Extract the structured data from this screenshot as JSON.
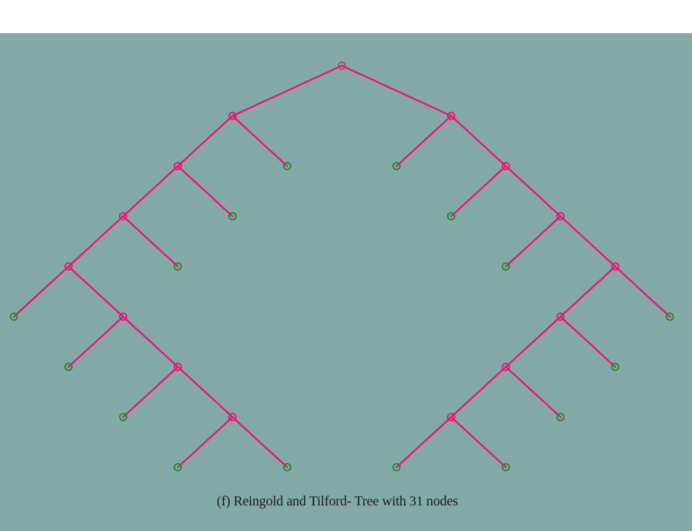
{
  "caption": "(f) Reingold and Tilford- Tree with 31 nodes",
  "colors": {
    "background": "#84aaa8",
    "edge": "#ee1177",
    "internal_node": "#ee1177",
    "leaf_node": "#1f8a2a",
    "root_node": "#b14a5a"
  },
  "tree": {
    "node_count": 31,
    "nodes": [
      {
        "id": 0,
        "parent": null,
        "type": "root"
      },
      {
        "id": 1,
        "parent": 0,
        "type": "internal"
      },
      {
        "id": 2,
        "parent": 0,
        "type": "internal"
      },
      {
        "id": 3,
        "parent": 1,
        "type": "internal"
      },
      {
        "id": 4,
        "parent": 1,
        "type": "leaf"
      },
      {
        "id": 5,
        "parent": 2,
        "type": "leaf"
      },
      {
        "id": 6,
        "parent": 2,
        "type": "internal"
      },
      {
        "id": 7,
        "parent": 3,
        "type": "internal"
      },
      {
        "id": 8,
        "parent": 3,
        "type": "leaf"
      },
      {
        "id": 9,
        "parent": 6,
        "type": "leaf"
      },
      {
        "id": 10,
        "parent": 6,
        "type": "internal"
      },
      {
        "id": 11,
        "parent": 7,
        "type": "internal"
      },
      {
        "id": 12,
        "parent": 7,
        "type": "leaf"
      },
      {
        "id": 13,
        "parent": 10,
        "type": "leaf"
      },
      {
        "id": 14,
        "parent": 10,
        "type": "internal"
      },
      {
        "id": 15,
        "parent": 11,
        "type": "leaf"
      },
      {
        "id": 16,
        "parent": 11,
        "type": "internal"
      },
      {
        "id": 17,
        "parent": 14,
        "type": "internal"
      },
      {
        "id": 18,
        "parent": 14,
        "type": "leaf"
      },
      {
        "id": 19,
        "parent": 16,
        "type": "leaf"
      },
      {
        "id": 20,
        "parent": 16,
        "type": "internal"
      },
      {
        "id": 21,
        "parent": 17,
        "type": "internal"
      },
      {
        "id": 22,
        "parent": 17,
        "type": "leaf"
      },
      {
        "id": 23,
        "parent": 20,
        "type": "leaf"
      },
      {
        "id": 24,
        "parent": 20,
        "type": "internal"
      },
      {
        "id": 25,
        "parent": 21,
        "type": "internal"
      },
      {
        "id": 26,
        "parent": 21,
        "type": "leaf"
      },
      {
        "id": 27,
        "parent": 24,
        "type": "leaf"
      },
      {
        "id": 28,
        "parent": 24,
        "type": "leaf"
      },
      {
        "id": 29,
        "parent": 25,
        "type": "leaf"
      },
      {
        "id": 30,
        "parent": 25,
        "type": "leaf"
      }
    ]
  }
}
